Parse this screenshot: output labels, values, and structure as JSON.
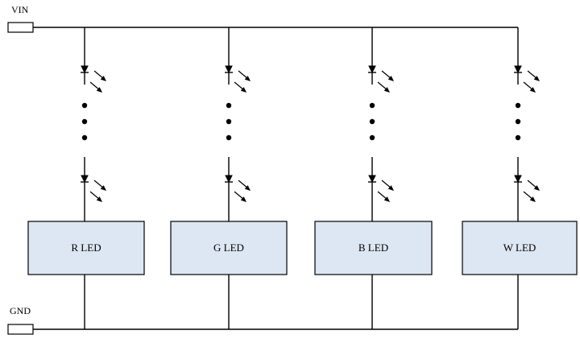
{
  "terminals": {
    "vin_label": "VIN",
    "gnd_label": "GND"
  },
  "branches": [
    {
      "label": "R LED"
    },
    {
      "label": "G LED"
    },
    {
      "label": "B LED"
    },
    {
      "label": "W LED"
    }
  ],
  "colors": {
    "box_fill": "#dde6f3",
    "line": "#000000"
  }
}
